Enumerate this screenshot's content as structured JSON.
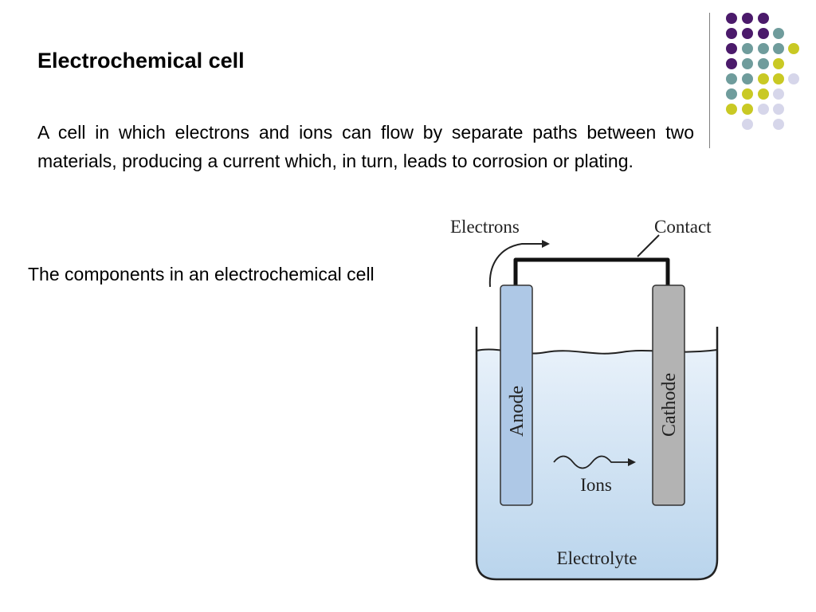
{
  "slide": {
    "title": "Electrochemical cell",
    "definition": "A cell in which electrons and ions can flow by separate paths between two materials, producing a current which, in turn, leads to corrosion or plating.",
    "caption": "The components in an electrochemical cell"
  },
  "diagram": {
    "labels": {
      "electrons": "Electrons",
      "contact": "Contact",
      "anode": "Anode",
      "cathode": "Cathode",
      "ions": "Ions",
      "electrolyte": "Electrolyte"
    },
    "colors": {
      "anode": "#aec8e6",
      "cathode": "#b3b3b3",
      "electrolyte_top": "#e8f1fa",
      "electrolyte_bottom": "#b9d4ec",
      "outline": "#222222"
    }
  },
  "decoration": {
    "dot_colors": {
      "purple": "#4b1a6b",
      "teal": "#6f9c9c",
      "yellow": "#c9c924",
      "lavender": "#d6d6ea"
    }
  }
}
